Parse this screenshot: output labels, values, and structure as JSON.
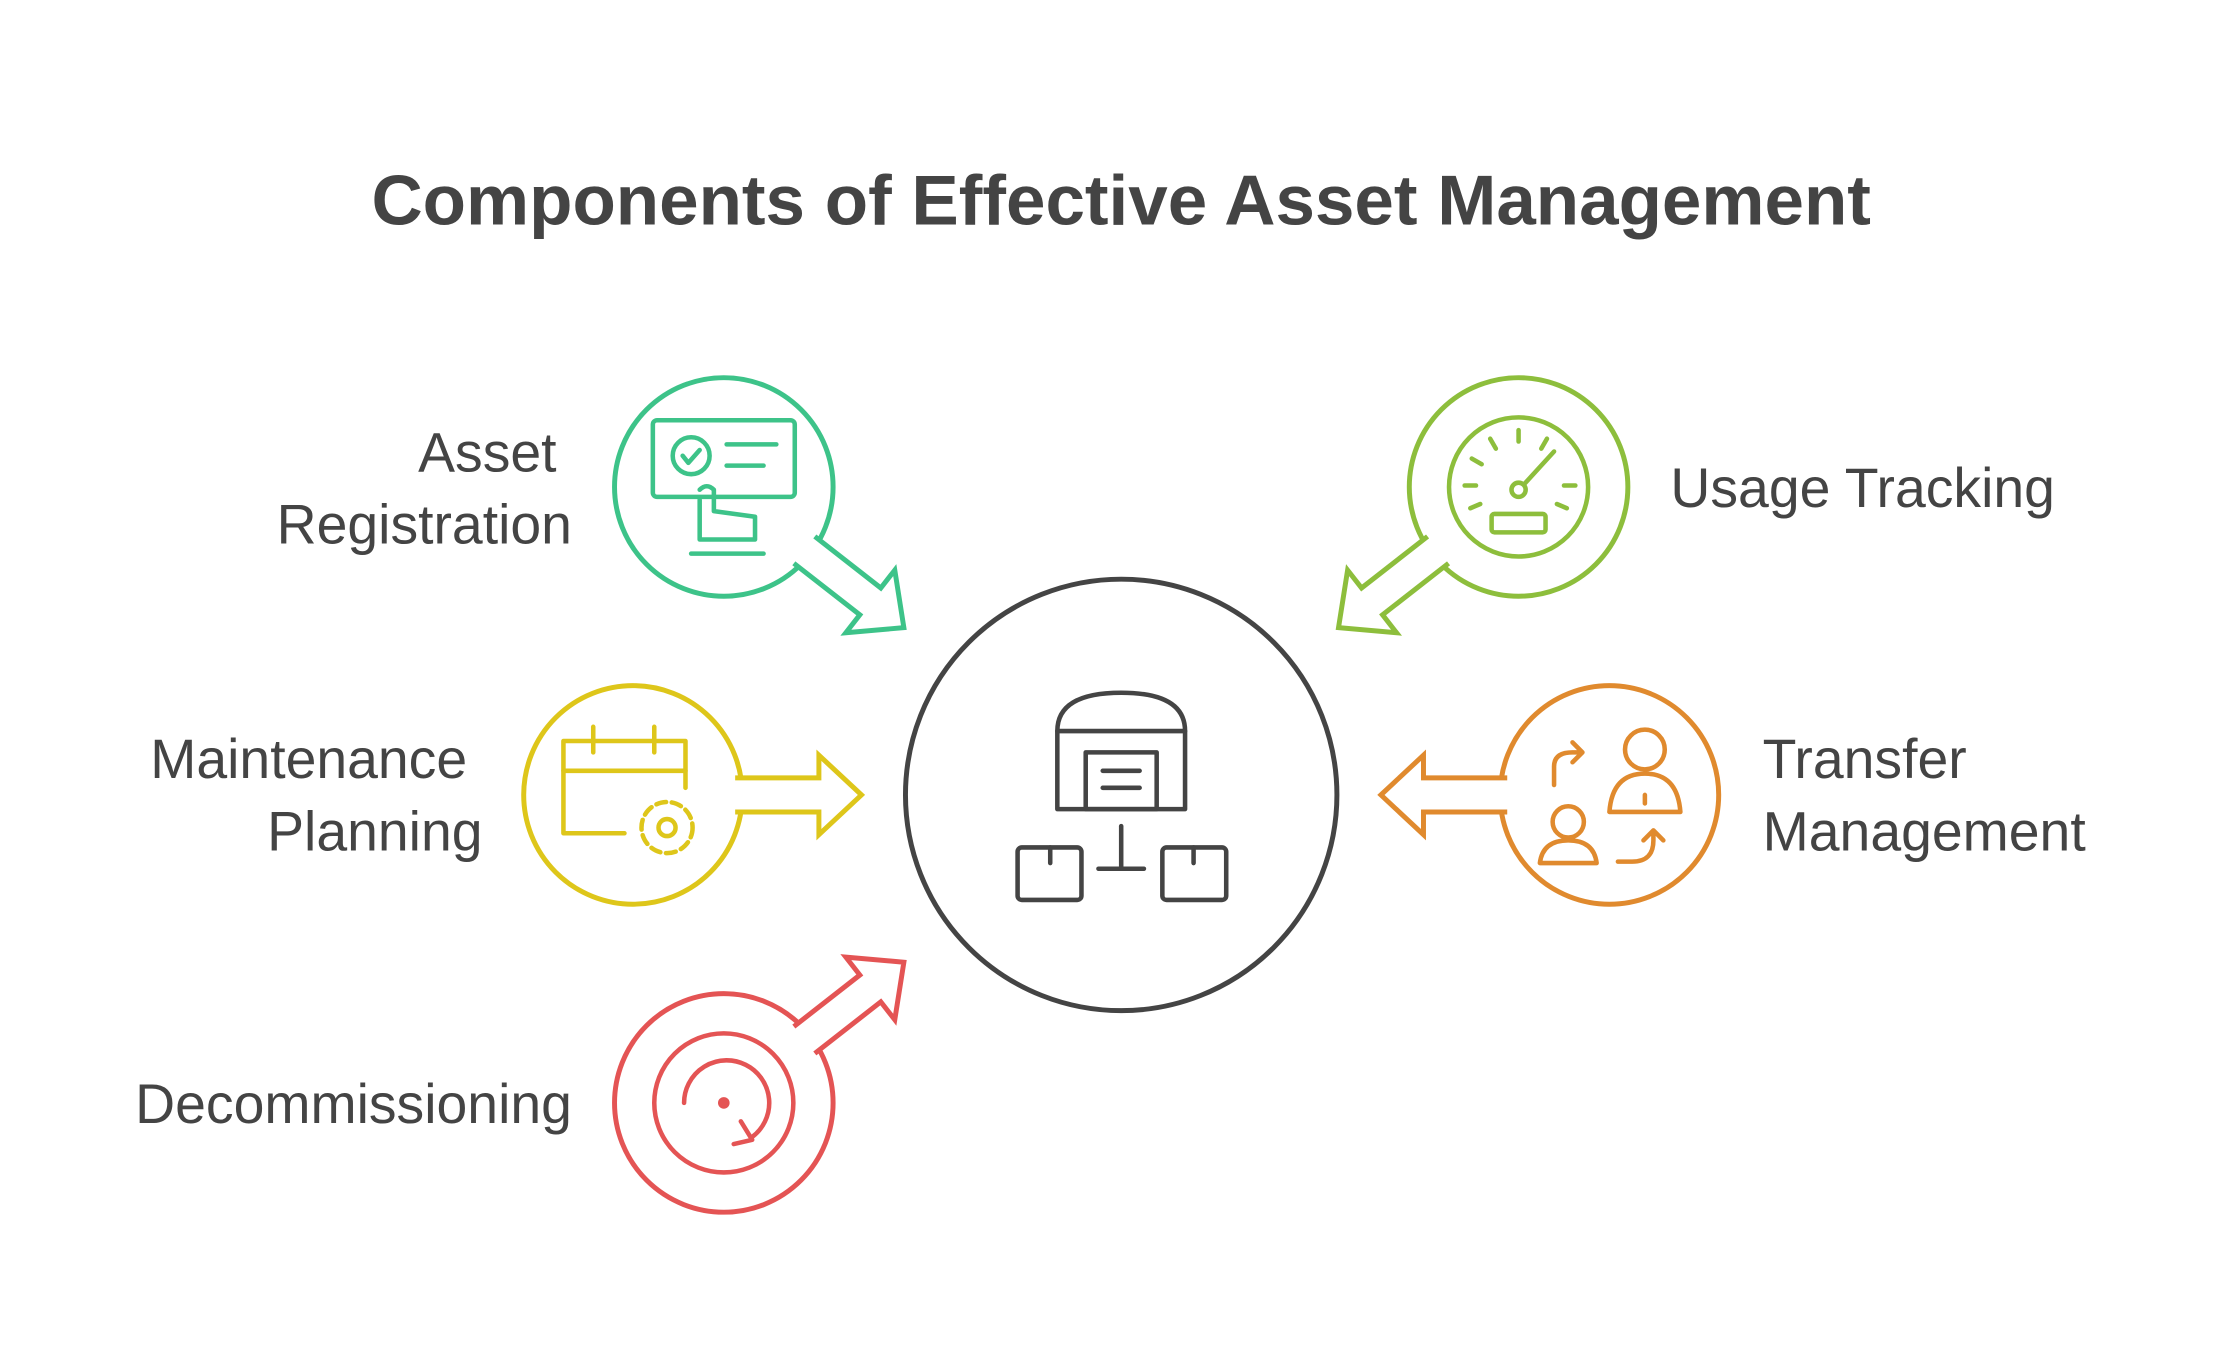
{
  "title": "Components of Effective Asset Management",
  "center": {
    "icon": "warehouse-network-icon",
    "color": "#444444"
  },
  "components": [
    {
      "id": "asset-registration",
      "lines": [
        "Asset",
        "Registration"
      ],
      "icon": "registration-screen-icon",
      "color": "#3DC389"
    },
    {
      "id": "usage-tracking",
      "lines": [
        "Usage Tracking"
      ],
      "icon": "speedometer-icon",
      "color": "#8DBE3C"
    },
    {
      "id": "maintenance-planning",
      "lines": [
        "Maintenance",
        "Planning"
      ],
      "icon": "calendar-gear-icon",
      "color": "#DEC61A"
    },
    {
      "id": "transfer-management",
      "lines": [
        "Transfer",
        "Management"
      ],
      "icon": "user-transfer-icon",
      "color": "#E08A2E"
    },
    {
      "id": "decommissioning",
      "lines": [
        "Decommissioning"
      ],
      "icon": "rotate-target-icon",
      "color": "#E45454"
    }
  ]
}
